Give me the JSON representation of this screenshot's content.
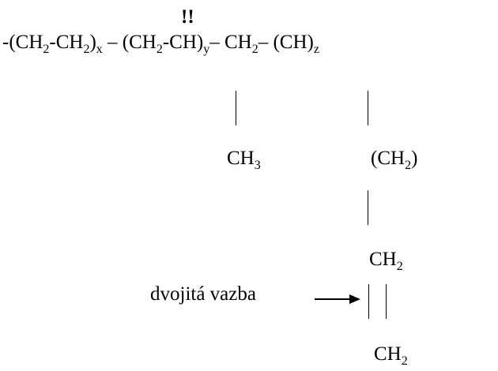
{
  "marker": "!!",
  "main_chain": {
    "seg1_open": "-(CH",
    "seg1_sub1": "2",
    "seg1_mid": "-CH",
    "seg1_sub2": "2",
    "seg1_close": ")",
    "seg1_index": "x",
    "dash1": "–",
    "seg2_open": "(CH",
    "seg2_sub1": "2",
    "seg2_mid": "-CH)",
    "seg2_index": "y",
    "dash2": "–",
    "seg3": "CH",
    "seg3_sub": "2",
    "dash3": "–",
    "seg4": "(CH)",
    "seg4_index": "z"
  },
  "branch_methyl": {
    "text": "CH",
    "sub": "3"
  },
  "branch_chain": {
    "group1": "(CH",
    "group1_sub": "2",
    "group1_close": ")",
    "ch2_top": "CH",
    "ch2_top_sub": "2",
    "ch2_bottom": "CH",
    "ch2_bottom_sub": "2"
  },
  "annotation": {
    "label": "dvojitá vazba"
  }
}
